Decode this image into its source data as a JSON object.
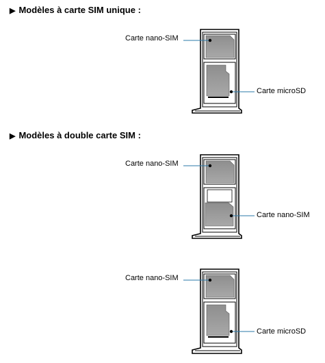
{
  "sections": [
    {
      "heading": "Modèles à carte SIM unique :",
      "labels": {
        "nano_sim": "Carte nano-SIM",
        "microsd": "Carte microSD"
      }
    },
    {
      "heading": "Modèles à double carte SIM :",
      "figures": [
        {
          "top_label": "Carte nano-SIM",
          "bottom_label": "Carte nano-SIM"
        },
        {
          "top_label": "Carte nano-SIM",
          "bottom_label": "Carte microSD"
        }
      ]
    }
  ],
  "colors": {
    "card_fill": "#9a9a9a",
    "tray_stroke": "#000000",
    "leader_line": "#2a78a8"
  },
  "icons": {
    "arrow": "black-right-triangle"
  }
}
